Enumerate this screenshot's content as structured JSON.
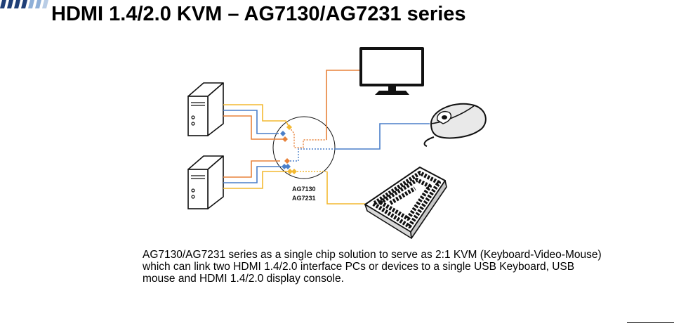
{
  "title": "HDMI 1.4/2.0 KVM – AG7130/AG7231 series",
  "diagram": {
    "chip_labels": [
      "AG7130",
      "AG7231"
    ],
    "devices": [
      "pc-icon",
      "pc-icon",
      "monitor-icon",
      "mouse-icon",
      "keyboard-icon"
    ]
  },
  "description": [
    "AG7130/AG7231 series as a single chip solution to serve as 2:1 KVM (Keyboard-Video-Mouse)",
    "which can link two HDMI 1.4/2.0 interface PCs or devices to a single USB Keyboard, USB",
    "mouse and HDMI 1.4/2.0 display console."
  ],
  "colors": {
    "hdmi": "#e8823a",
    "usb_mouse": "#4a7fc9",
    "usb_keyboard": "#f3b931",
    "brand": "#1f3f77",
    "brand_light": "#8fb0d8"
  }
}
